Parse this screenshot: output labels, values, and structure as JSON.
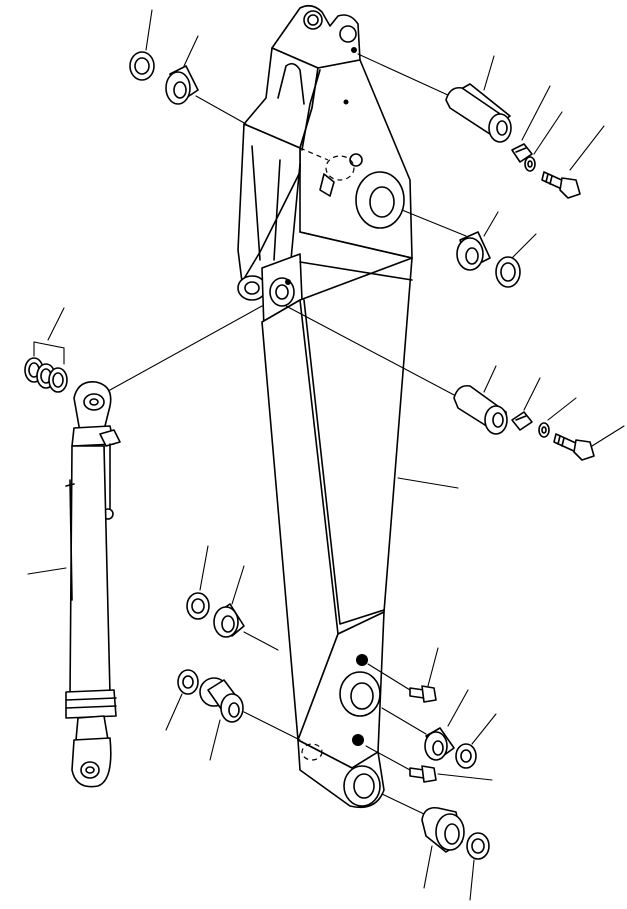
{
  "diagram": {
    "parts": [
      {
        "id": "arm",
        "icon": "arm-frame-icon"
      },
      {
        "id": "arm-cylinder",
        "icon": "hydraulic-cylinder-icon"
      },
      {
        "id": "shim-set",
        "icon": "shim-rings-icon"
      },
      {
        "id": "top-seal",
        "icon": "seal-ring-icon"
      },
      {
        "id": "top-bushing",
        "icon": "bushing-icon"
      },
      {
        "id": "upper-pin",
        "icon": "pin-icon"
      },
      {
        "id": "upper-pin-lock",
        "icon": "lock-plate-icon"
      },
      {
        "id": "upper-washer",
        "icon": "washer-icon"
      },
      {
        "id": "upper-bolt",
        "icon": "bolt-icon"
      },
      {
        "id": "mid-bushing",
        "icon": "bushing-icon"
      },
      {
        "id": "mid-seal",
        "icon": "seal-ring-icon"
      },
      {
        "id": "lower-pin",
        "icon": "pin-icon"
      },
      {
        "id": "lower-pin-lock",
        "icon": "lock-plate-icon"
      },
      {
        "id": "lower-washer",
        "icon": "washer-icon"
      },
      {
        "id": "lower-bolt",
        "icon": "bolt-icon"
      },
      {
        "id": "grease-fitting-upper",
        "icon": "grease-fitting-icon"
      },
      {
        "id": "grease-fitting-lower",
        "icon": "grease-fitting-icon"
      },
      {
        "id": "bucket-bushing",
        "icon": "bushing-icon"
      },
      {
        "id": "bucket-seal",
        "icon": "seal-ring-icon"
      },
      {
        "id": "left-bushing-upper",
        "icon": "bushing-icon"
      },
      {
        "id": "left-seal-upper",
        "icon": "seal-ring-icon"
      },
      {
        "id": "left-bushing-lower",
        "icon": "flanged-bushing-icon"
      },
      {
        "id": "left-seal-lower",
        "icon": "seal-ring-icon"
      },
      {
        "id": "bottom-bushing",
        "icon": "flanged-bushing-icon"
      },
      {
        "id": "bottom-seal",
        "icon": "seal-ring-icon"
      }
    ]
  }
}
